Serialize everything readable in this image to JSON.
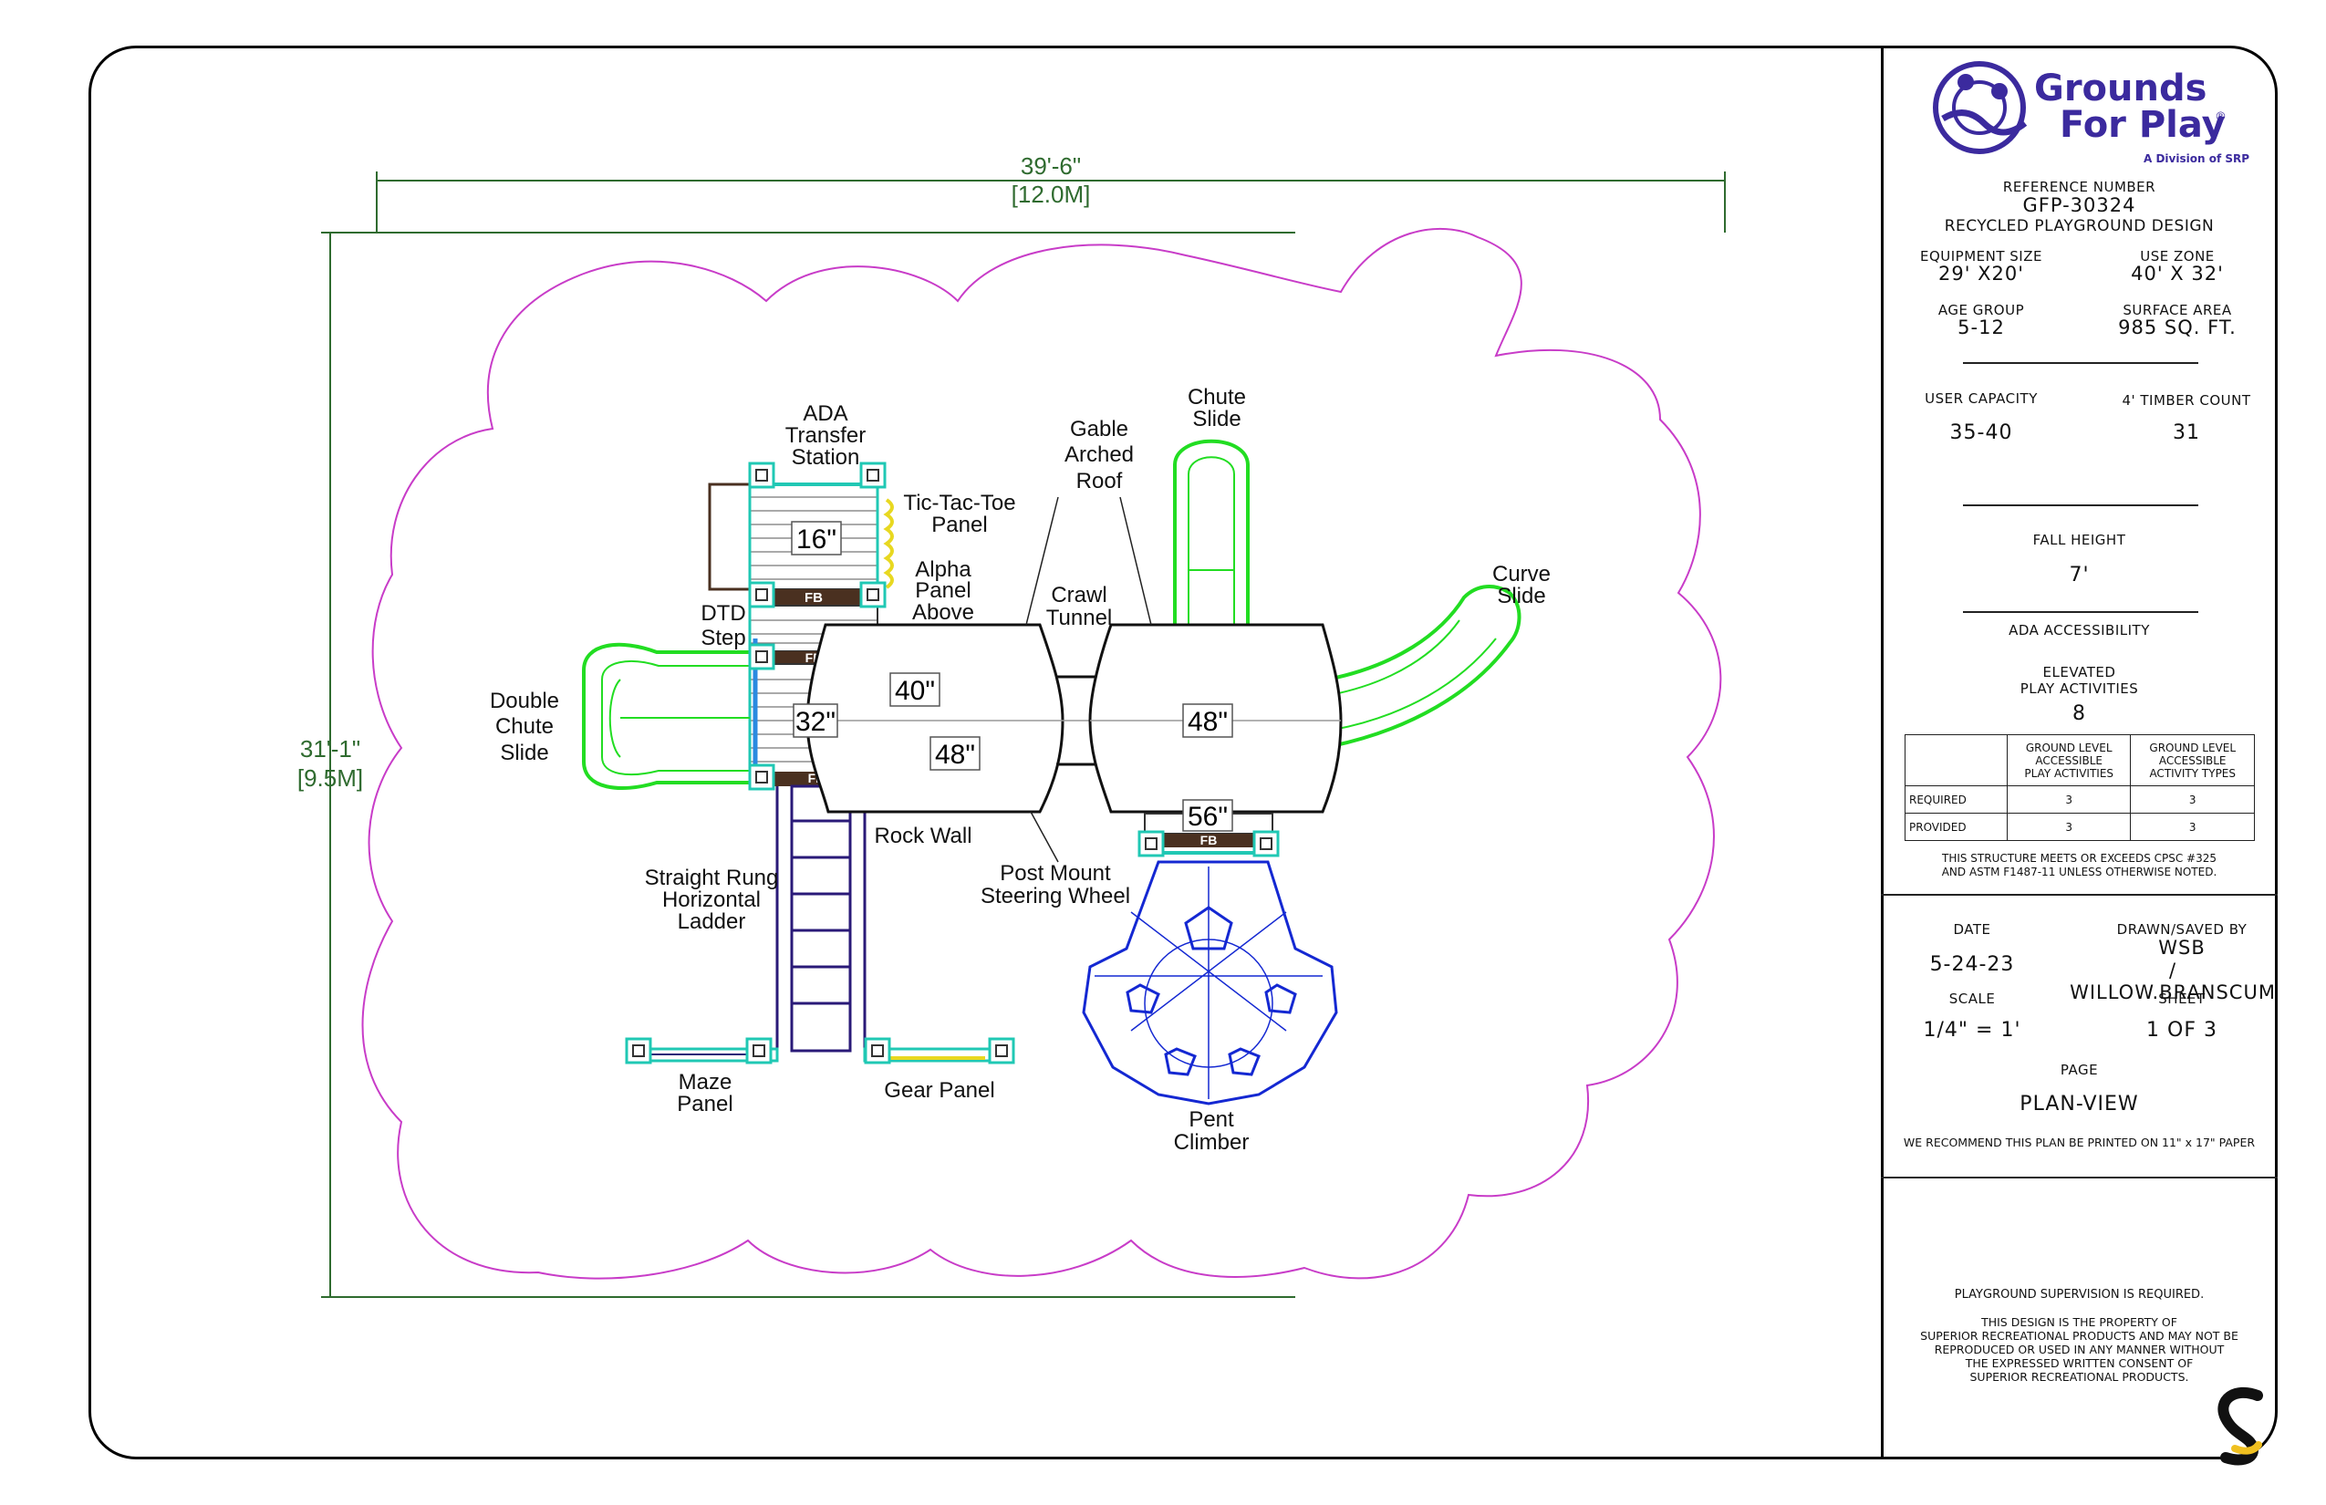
{
  "plan": {
    "dimensions": {
      "width_ft": "39'-6\"",
      "width_m": "[12.0M]",
      "depth_ft": "31'-1\"",
      "depth_m": "[9.5M]"
    },
    "labels": {
      "ada_transfer": [
        "ADA",
        "Transfer",
        "Station"
      ],
      "tic_tac_toe": [
        "Tic-Tac-Toe",
        "Panel"
      ],
      "alpha_panel": [
        "Alpha",
        "Panel",
        "Above"
      ],
      "dtd_step": [
        "DTD",
        "Step"
      ],
      "double_chute": [
        "Double",
        "Chute",
        "Slide"
      ],
      "gable_roof": [
        "Gable",
        "Arched",
        "Roof"
      ],
      "crawl_tunnel": [
        "Crawl",
        "Tunnel"
      ],
      "chute_slide": [
        "Chute",
        "Slide"
      ],
      "curve_slide": [
        "Curve",
        "Slide"
      ],
      "rock_wall": "Rock Wall",
      "steering_wheel": [
        "Post Mount",
        "Steering Wheel"
      ],
      "ladder": [
        "Straight Rung",
        "Horizontal",
        "Ladder"
      ],
      "maze_panel": [
        "Maze",
        "Panel"
      ],
      "gear_panel": "Gear Panel",
      "pent_climber": [
        "Pent",
        "Climber"
      ]
    },
    "heights": {
      "h16": "16\"",
      "h40": "40\"",
      "h32": "32\"",
      "h48a": "48\"",
      "h48b": "48\"",
      "h56": "56\""
    },
    "fb": "FB"
  },
  "titleblock": {
    "brand": {
      "line1": "Grounds",
      "line2": "For Play",
      "tm": "®",
      "division": "A Division of SRP"
    },
    "ref_label": "REFERENCE NUMBER",
    "ref_number": "GFP-30324",
    "design_name": "RECYCLED PLAYGROUND DESIGN",
    "equipment_size_label": "EQUIPMENT SIZE",
    "equipment_size": "29' X20'",
    "use_zone_label": "USE ZONE",
    "use_zone": "40' X 32'",
    "age_group_label": "AGE GROUP",
    "age_group": "5-12",
    "surface_area_label": "SURFACE AREA",
    "surface_area": "985 SQ. FT.",
    "user_capacity_label": "USER CAPACITY",
    "user_capacity": "35-40",
    "timber_label": "4' TIMBER COUNT",
    "timber_count": "31",
    "fall_height_label": "FALL HEIGHT",
    "fall_height": "7'",
    "ada_label": "ADA ACCESSIBILITY",
    "elevated_label": [
      "ELEVATED",
      "PLAY ACTIVITIES"
    ],
    "elevated_count": "8",
    "table": {
      "head1": [
        "GROUND LEVEL",
        "ACCESSIBLE",
        "PLAY ACTIVITIES"
      ],
      "head2": [
        "GROUND LEVEL",
        "ACCESSIBLE",
        "ACTIVITY TYPES"
      ],
      "rows": [
        {
          "label": "REQUIRED",
          "a": "3",
          "b": "3"
        },
        {
          "label": "PROVIDED",
          "a": "3",
          "b": "3"
        }
      ]
    },
    "compliance": [
      "THIS STRUCTURE MEETS OR EXCEEDS CPSC #325",
      "AND ASTM F1487-11 UNLESS OTHERWISE NOTED."
    ],
    "date_label": "DATE",
    "date": "5-24-23",
    "drawn_label": "DRAWN/SAVED BY",
    "drawn_by": "WSB",
    "saved_by": "/ WILLOW.BRANSCUM",
    "scale_label": "SCALE",
    "scale": "1/4\" = 1'",
    "sheet_label": "SHEET",
    "sheet": "1 OF 3",
    "page_label": "PAGE",
    "page": "PLAN-VIEW",
    "print_note": "WE RECOMMEND THIS PLAN BE PRINTED ON 11\" x 17\" PAPER",
    "supervision": "PLAYGROUND SUPERVISION IS REQUIRED.",
    "property": [
      "THIS DESIGN IS THE PROPERTY OF",
      "SUPERIOR RECREATIONAL PRODUCTS AND MAY NOT BE",
      "REPRODUCED OR USED IN ANY MANNER WITHOUT",
      "THE EXPRESSED WRITTEN CONSENT OF",
      "SUPERIOR RECREATIONAL PRODUCTS."
    ]
  },
  "colors": {
    "use_zone": "#c83cc8",
    "slide": "#22dd22",
    "post": "#20c8b4",
    "climber": "#1428d2",
    "ladder": "#2a1a78",
    "dimension": "#2f6b2f",
    "brand": "#3b2a9e",
    "deck_dark": "#4a3020"
  }
}
